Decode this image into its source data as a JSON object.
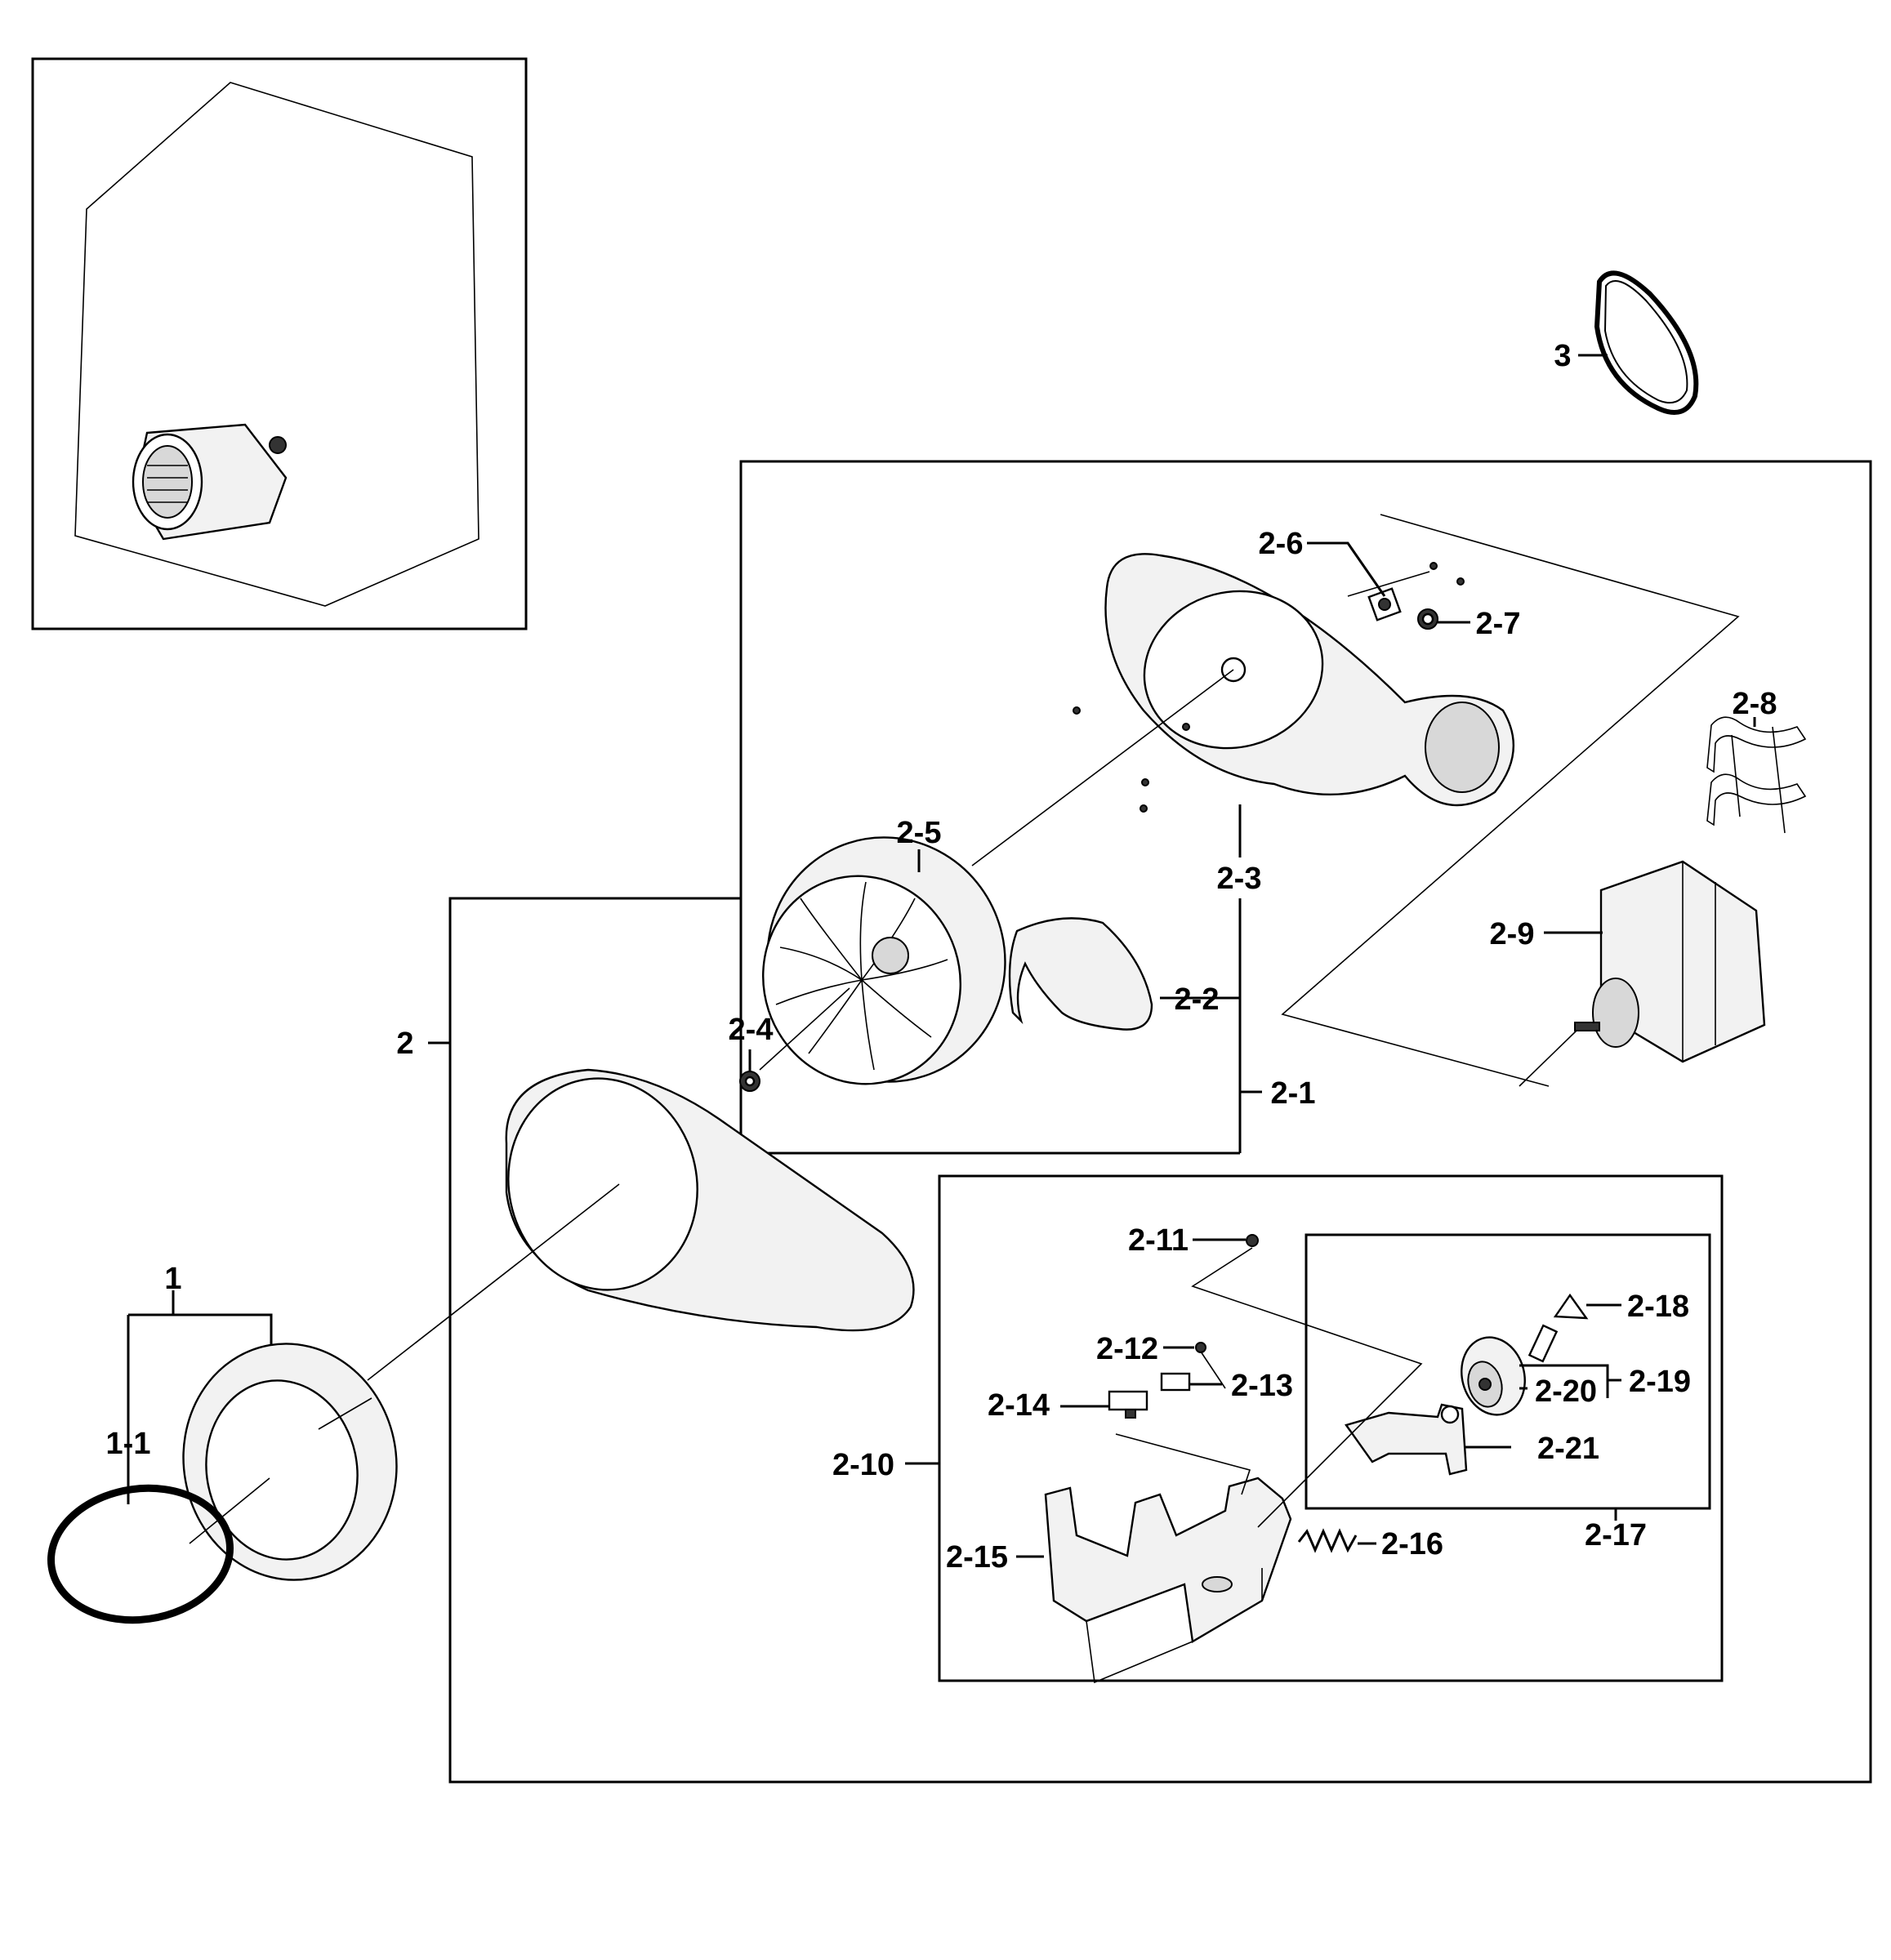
{
  "diagram": {
    "labels": {
      "p1": "1",
      "p1_1": "1-1",
      "p2": "2",
      "p2_1": "2-1",
      "p2_2": "2-2",
      "p2_3": "2-3",
      "p2_4": "2-4",
      "p2_5": "2-5",
      "p2_6": "2-6",
      "p2_7": "2-7",
      "p2_8": "2-8",
      "p2_9": "2-9",
      "p2_10": "2-10",
      "p2_11": "2-11",
      "p2_12": "2-12",
      "p2_13": "2-13",
      "p2_14": "2-14",
      "p2_15": "2-15",
      "p2_16": "2-16",
      "p2_17": "2-17",
      "p2_18": "2-18",
      "p2_19": "2-19",
      "p2_20": "2-20",
      "p2_21": "2-21",
      "p3": "3"
    }
  }
}
